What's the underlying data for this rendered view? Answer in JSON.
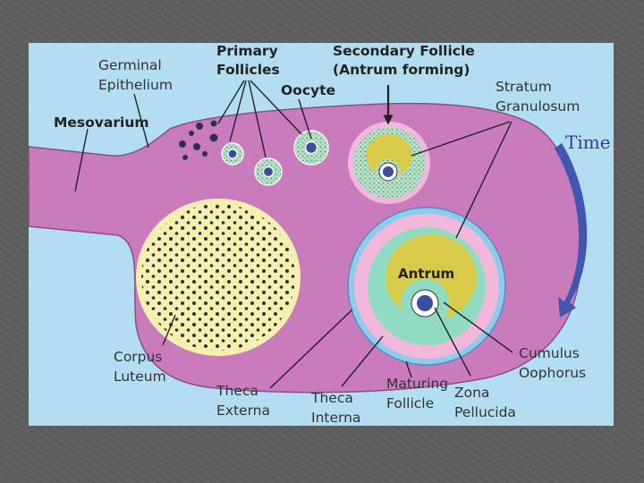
{
  "labels": {
    "germinal_epithelium": [
      "Germinal",
      "Epithelium"
    ],
    "primary_follicles": [
      "Primary",
      "Follicles"
    ],
    "secondary_follicle": [
      "Secondary Follicle",
      "(Antrum forming)"
    ],
    "oocyte": "Oocyte",
    "stratum_granulosum": [
      "Stratum",
      "Granulosum"
    ],
    "time": "Time",
    "mesovarium": "Mesovarium",
    "antrum": "Antrum",
    "corpus_luteum": [
      "Corpus",
      "Luteum"
    ],
    "theca_externa": [
      "Theca",
      "Externa"
    ],
    "theca_interna": [
      "Theca",
      "Interna"
    ],
    "maturing_follicle": [
      "Maturing",
      "Follicle"
    ],
    "zona_pellucida": [
      "Zona",
      "Pellucida"
    ],
    "cumulus_oophorus": [
      "Cumulus",
      "Oophorus"
    ]
  },
  "colors": {
    "frame_background": "#5e5e5e",
    "slide_background": "#b3def1",
    "ovary_tissue": "#c97bbb",
    "corpus_luteum": "#f5f0b0",
    "antrum_fluid": "#d8cb4a",
    "granulosa": "#8fdcc2",
    "theca_interna": "#f1b8dc",
    "theca_externa": "#8fcbea",
    "oocyte": "#3a4ea0",
    "time_arrow": "#4056b0"
  },
  "icons": {
    "time_arrow": "curved-arrow-down-icon"
  }
}
